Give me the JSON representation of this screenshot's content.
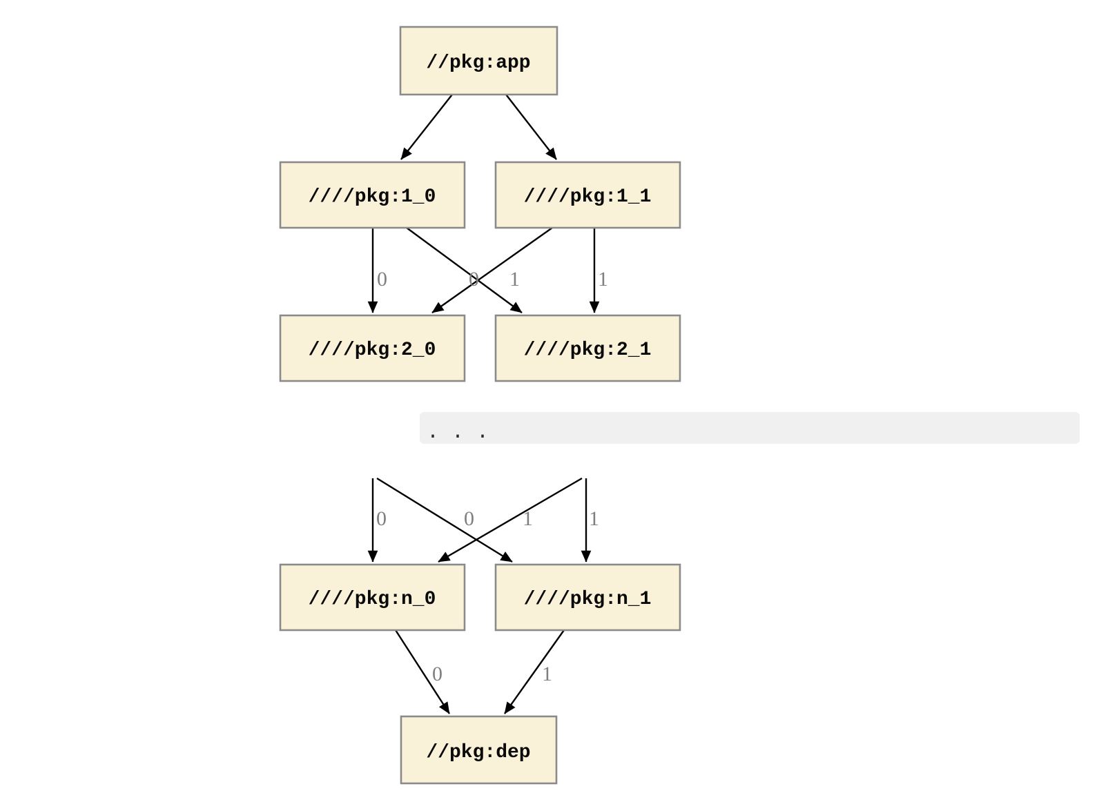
{
  "diagram": {
    "type": "dependency-graph",
    "nodes": {
      "app": {
        "label": "//pkg:app"
      },
      "l1_0": {
        "label": "////pkg:1_0"
      },
      "l1_1": {
        "label": "////pkg:1_1"
      },
      "l2_0": {
        "label": "////pkg:2_0"
      },
      "l2_1": {
        "label": "////pkg:2_1"
      },
      "ln_0": {
        "label": "////pkg:n_0"
      },
      "ln_1": {
        "label": "////pkg:n_1"
      },
      "dep": {
        "label": "//pkg:dep"
      }
    },
    "edges": {
      "app_to_1_0": {
        "label": ""
      },
      "app_to_1_1": {
        "label": ""
      },
      "e_1_0_to_2_0": {
        "label": "0"
      },
      "e_1_0_to_2_1": {
        "label": "1"
      },
      "e_1_1_to_2_0": {
        "label": "0"
      },
      "e_1_1_to_2_1": {
        "label": "1"
      },
      "e_prev_to_n_0": {
        "label": "0"
      },
      "e_prev_to_n_1": {
        "label": "1"
      },
      "e_prev2_to_n_0": {
        "label": "0"
      },
      "e_prev2_to_n_1": {
        "label": "1"
      },
      "e_n_0_to_dep": {
        "label": "0"
      },
      "e_n_1_to_dep": {
        "label": "1"
      }
    },
    "ellipsis": {
      "text": ". . ."
    },
    "colors": {
      "node_fill": "#faf2d8",
      "node_border": "#8a8a8a",
      "edge": "#000000",
      "edge_label": "#7f7f7f",
      "ellipsis_bg": "#f0f0f0"
    }
  }
}
